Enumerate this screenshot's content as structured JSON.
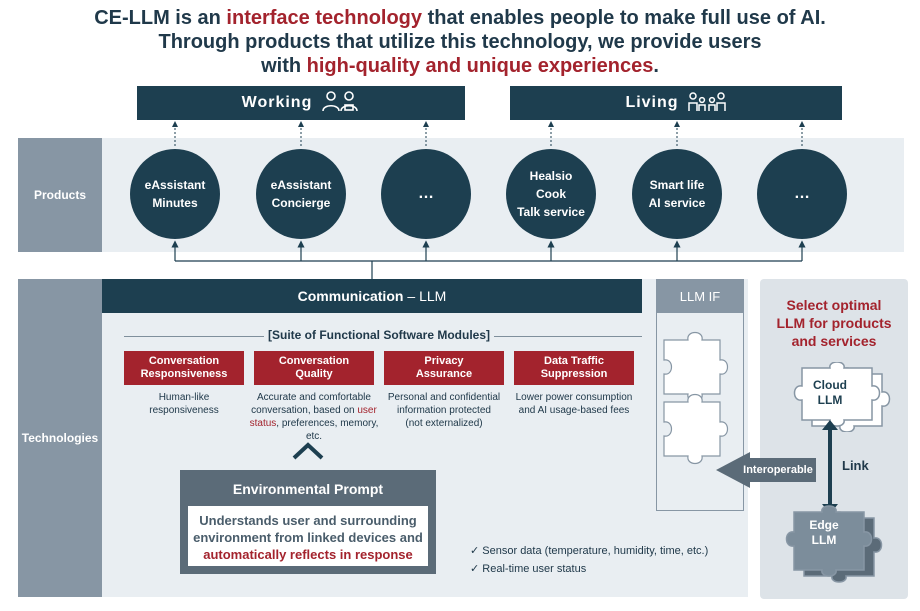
{
  "headline": {
    "l1_a": "CE-LLM is an ",
    "l1_red": "interface technology",
    "l1_b": " that enables people to make full use of AI.",
    "l2": "Through products that utilize this technology, we provide users",
    "l3_a": "with ",
    "l3_red": "high-quality and unique experiences",
    "l3_b": "."
  },
  "categories": {
    "working": {
      "label": "Working",
      "icon": "people-icon"
    },
    "living": {
      "label": "Living",
      "icon": "family-icon"
    }
  },
  "products": {
    "label": "Products",
    "items": [
      {
        "l1": "eAssistant",
        "l2": "Minutes"
      },
      {
        "l1": "eAssistant",
        "l2": "Concierge"
      },
      {
        "l1": "…",
        "l2": ""
      },
      {
        "l1": "Healsio Cook",
        "l2": "Talk service"
      },
      {
        "l1": "Smart life",
        "l2": "AI service"
      },
      {
        "l1": "…",
        "l2": ""
      }
    ]
  },
  "technologies": {
    "label": "Technologies",
    "comm_bold": "Communication",
    "comm_thin": "– LLM",
    "suite_title": "[Suite of Functional Software Modules]",
    "modules": [
      {
        "h1": "Conversation",
        "h2": "Responsiveness",
        "d1": "Human-like",
        "d2": "responsiveness",
        "d3": ""
      },
      {
        "h1": "Conversation",
        "h2": "Quality",
        "d1": "Accurate and comfortable",
        "d2a": "conversation, based on ",
        "d2red": "user",
        "d3red": "status",
        "d3b": ", preferences, memory, etc."
      },
      {
        "h1": "Privacy",
        "h2": "Assurance",
        "d1": "Personal and confidential",
        "d2": "information protected",
        "d3": "(not externalized)"
      },
      {
        "h1": "Data Traffic",
        "h2": "Suppression",
        "d1": "Lower power consumption",
        "d2": "and AI usage-based fees",
        "d3": ""
      }
    ],
    "env": {
      "title": "Environmental Prompt",
      "l1": "Understands user and surrounding",
      "l2": "environment from linked devices and",
      "l3_red": "automatically reflects in response"
    },
    "checks": [
      "Sensor data (temperature, humidity, time, etc.)",
      "Real-time user status"
    ],
    "llm_if": "LLM IF",
    "interoperable": "Interoperable"
  },
  "select": {
    "l1": "Select optimal",
    "l2": "LLM for products",
    "l3": "and services",
    "cloud_l1": "Cloud",
    "cloud_l2": "LLM",
    "edge_l1": "Edge",
    "edge_l2": "LLM",
    "link": "Link"
  },
  "colors": {
    "navy": "#1d3f50",
    "red": "#a3232d",
    "slate": "#8796a4",
    "band": "#e9eef2"
  }
}
